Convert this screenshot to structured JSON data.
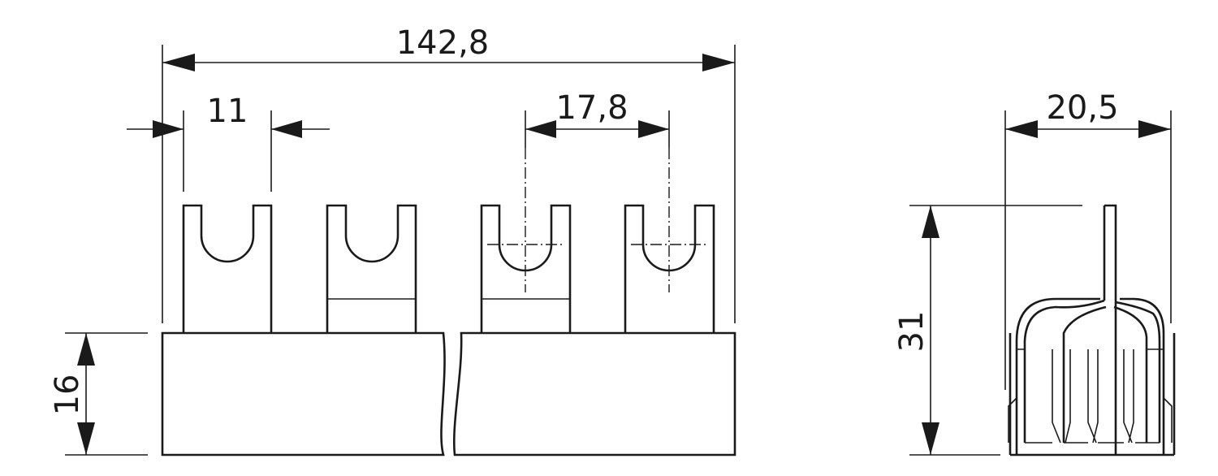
{
  "dimensions": {
    "overall_length": "142,8",
    "fork_width": "11",
    "pitch": "17,8",
    "depth": "20,5",
    "body_height": "16",
    "total_height": "31"
  }
}
